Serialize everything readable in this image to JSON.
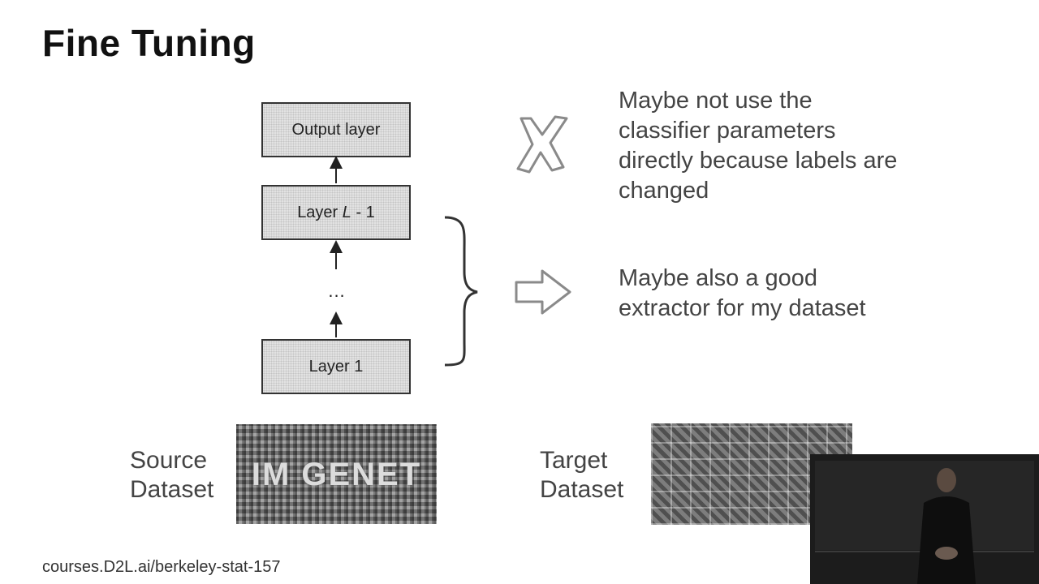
{
  "slide": {
    "title": "Fine Tuning",
    "footer_link": "courses.D2L.ai/berkeley-stat-157"
  },
  "network": {
    "output_layer": "Output layer",
    "layer_l_prefix": "Layer ",
    "layer_l_var": "L",
    "layer_l_suffix": " - 1",
    "ellipsis": "...",
    "layer_1": "Layer 1"
  },
  "notes": {
    "classifier_note": "Maybe not use the classifier parameters directly because labels are changed",
    "extractor_note": "Maybe also a good extractor for my dataset"
  },
  "datasets": {
    "source_label_line1": "Source",
    "source_label_line2": "Dataset",
    "source_image_text": "IM  GENET",
    "target_label_line1": "Target",
    "target_label_line2": "Dataset"
  },
  "icons": {
    "cross": "cross-mark-icon",
    "arrow": "right-arrow-icon",
    "brace": "right-curly-brace"
  },
  "colors": {
    "box_fill": "#e2e2e2",
    "text": "#444444",
    "title": "#111111",
    "icon_stroke": "#8a8a8a"
  }
}
